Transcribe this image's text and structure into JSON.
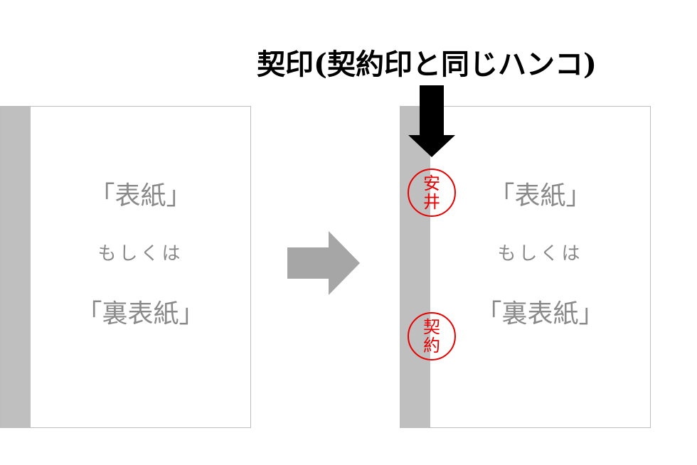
{
  "title": "契印(契約印と同じハンコ)",
  "before": {
    "line1": "「表紙」",
    "line2": "もしくは",
    "line3": "「裏表紙」"
  },
  "after": {
    "line1": "「表紙」",
    "line2": "もしくは",
    "line3": "「裏表紙」"
  },
  "stamps": {
    "name": [
      "安",
      "井"
    ],
    "contract": [
      "契",
      "約"
    ]
  },
  "colors": {
    "stamp": "#e60000",
    "strip": "#bfbfbf",
    "arrow": "#a6a6a6"
  }
}
